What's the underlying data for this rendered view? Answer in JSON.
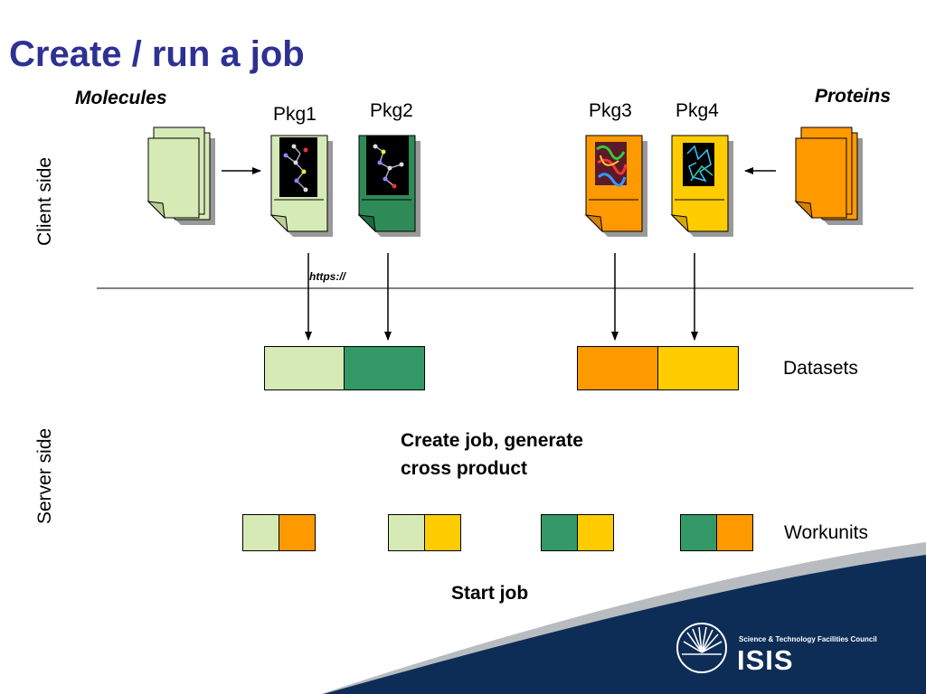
{
  "slide": {
    "title": "Create / run a job",
    "molecules_label": "Molecules",
    "proteins_label": "Proteins",
    "client_side_label": "Client side",
    "server_side_label": "Server side",
    "https_label": "https://",
    "datasets_label": "Datasets",
    "create_job_line1": "Create job, generate",
    "create_job_line2": "cross product",
    "workunits_label": "Workunits",
    "start_job_label": "Start job"
  },
  "packages": [
    {
      "label": "Pkg1",
      "color": "#d6eab6"
    },
    {
      "label": "Pkg2",
      "color": "#2e8b57"
    },
    {
      "label": "Pkg3",
      "color": "#ff9900"
    },
    {
      "label": "Pkg4",
      "color": "#ffcc00"
    }
  ],
  "datasets": [
    {
      "package": "Pkg1",
      "color": "#d6eab6"
    },
    {
      "package": "Pkg2",
      "color": "#339966"
    },
    {
      "package": "Pkg3",
      "color": "#ff9900"
    },
    {
      "package": "Pkg4",
      "color": "#ffcc00"
    }
  ],
  "workunits": [
    {
      "pair": [
        "Pkg1",
        "Pkg3"
      ],
      "colors": [
        "#d6eab6",
        "#ff9900"
      ]
    },
    {
      "pair": [
        "Pkg1",
        "Pkg4"
      ],
      "colors": [
        "#d6eab6",
        "#ffcc00"
      ]
    },
    {
      "pair": [
        "Pkg2",
        "Pkg4"
      ],
      "colors": [
        "#339966",
        "#ffcc00"
      ]
    },
    {
      "pair": [
        "Pkg2",
        "Pkg3"
      ],
      "colors": [
        "#339966",
        "#ff9900"
      ]
    }
  ],
  "footer": {
    "org_name": "Science & Technology Facilities Council",
    "org_short": "ISIS",
    "logo_icon": "isis-sunburst-logo",
    "band_color": "#0d2d57"
  }
}
